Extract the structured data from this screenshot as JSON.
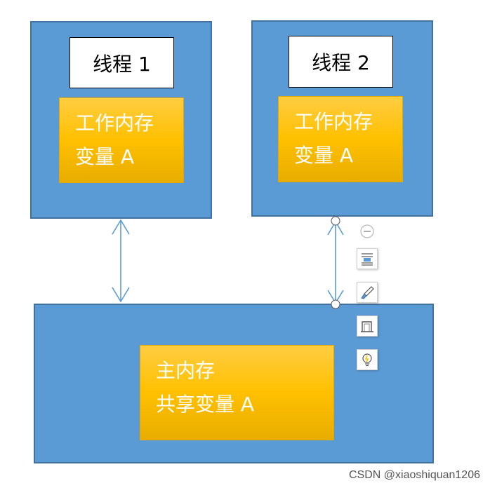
{
  "thread1": {
    "title": "线程 1",
    "work_mem": "工作内存",
    "var": "变量 A"
  },
  "thread2": {
    "title": "线程 2",
    "work_mem": "工作内存",
    "var": "变量 A"
  },
  "main": {
    "title": "主内存",
    "var": "共享变量 A"
  },
  "toolbar": {
    "icons": [
      "minus-circle-icon",
      "layout-options-icon",
      "style-brush-icon",
      "fill-shape-icon",
      "lightbulb-icon"
    ]
  },
  "watermark": "CSDN @xiaoshiquan1206",
  "colors": {
    "box_fill": "#5b9bd5",
    "box_border": "#41719c",
    "var_fill": "#ffc000",
    "arrow": "#5b9bd5"
  }
}
